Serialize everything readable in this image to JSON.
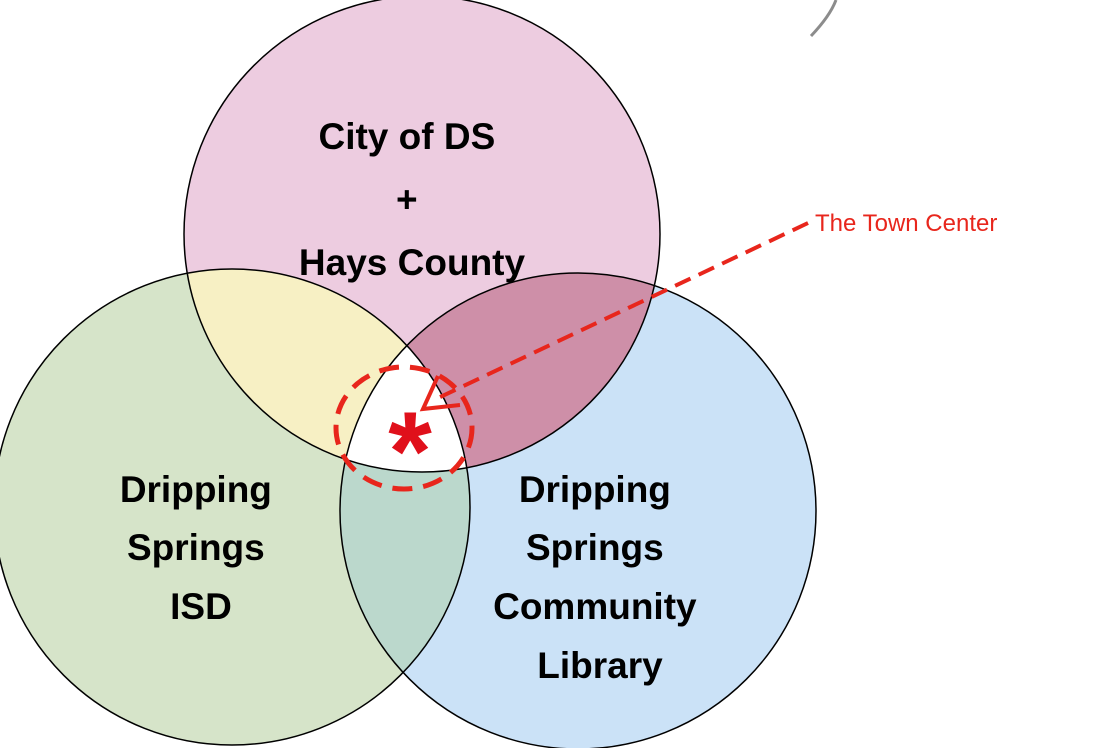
{
  "diagram": {
    "sets": [
      {
        "id": "city",
        "label_lines": [
          "City of DS",
          "+",
          "Hays County"
        ],
        "fill": "#EDCCE0"
      },
      {
        "id": "isd",
        "label_lines": [
          "Dripping",
          "Springs",
          "ISD"
        ],
        "fill": "#D6E4C9"
      },
      {
        "id": "library",
        "label_lines": [
          "Dripping",
          "Springs",
          "Community",
          "Library"
        ],
        "fill": "#CBE2F7"
      }
    ],
    "overlaps": {
      "city_isd": "#F7F0C4",
      "city_library": "#CE8FA8",
      "isd_library": "#BBD8CC",
      "center": "#FFFFFF"
    },
    "center_marker": {
      "symbol": "*",
      "color": "#E0101B"
    },
    "callout": {
      "label": "The Town Center",
      "color": "#E8261C"
    },
    "stroke_color": "#000000"
  }
}
